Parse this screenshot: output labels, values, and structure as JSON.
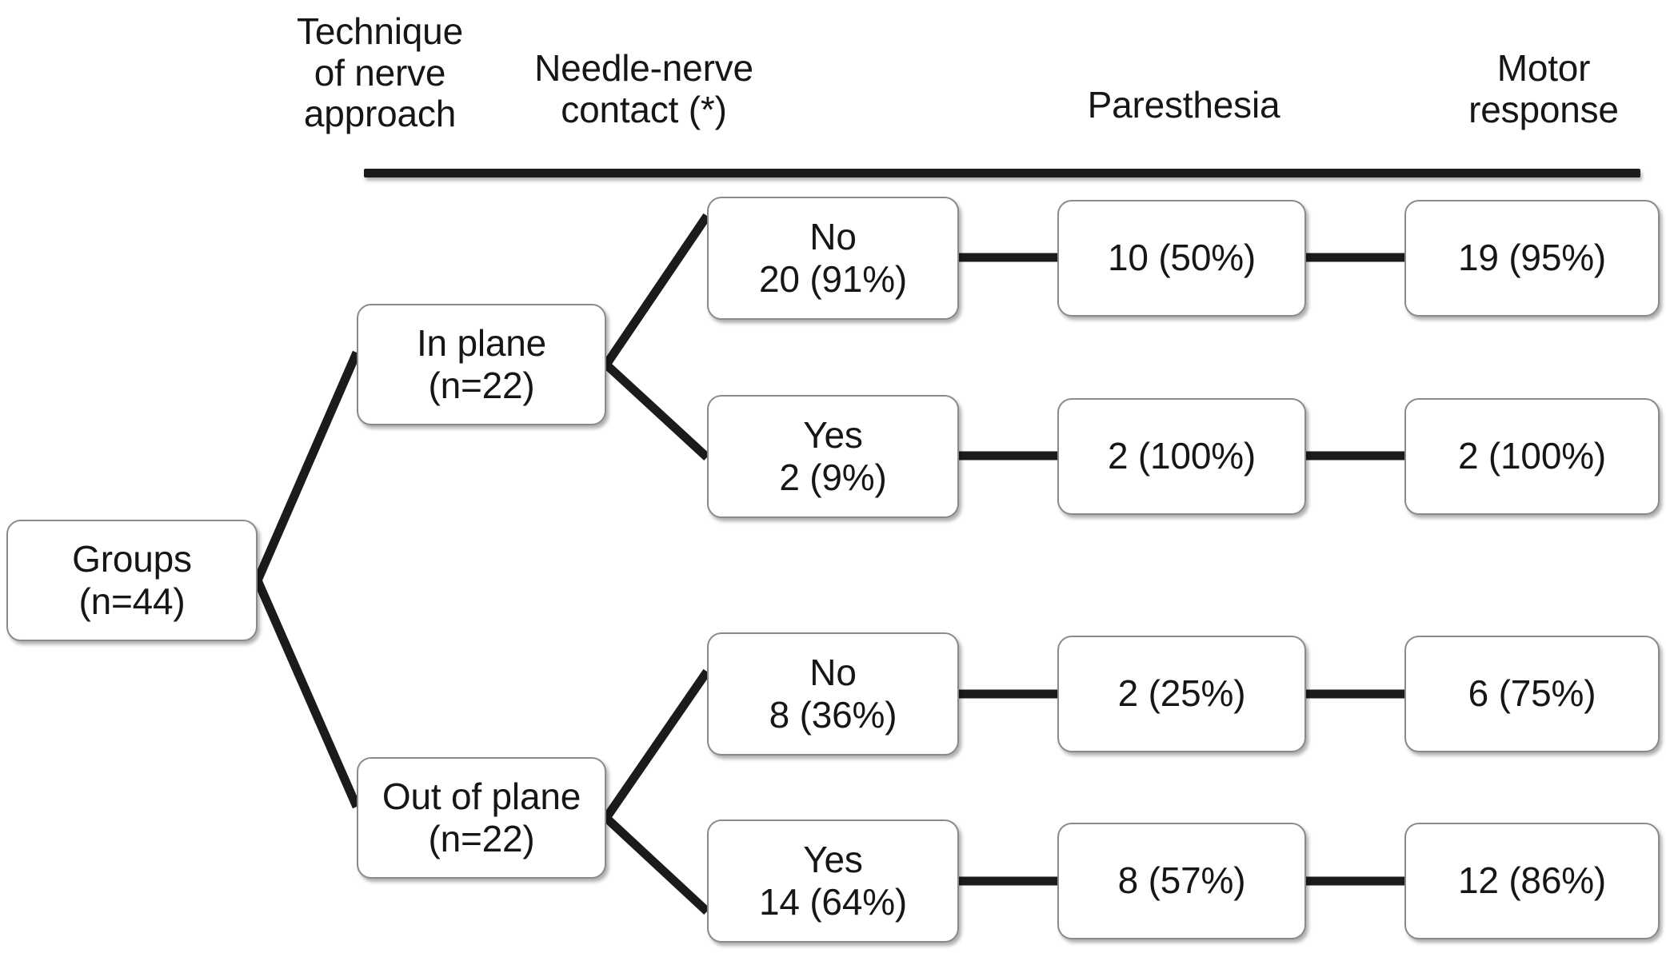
{
  "figure": {
    "type": "flowchart-tree",
    "title": "",
    "headers": [
      {
        "id": "technique",
        "label": "Technique\nof nerve\napproach"
      },
      {
        "id": "needle_nerve_contact",
        "label": "Needle-nerve\ncontact (*)"
      },
      {
        "id": "paresthesia",
        "label": "Paresthesia"
      },
      {
        "id": "motor_response",
        "label": "Motor\nresponse"
      }
    ],
    "root": {
      "line1": "Groups",
      "line2": "(n=44)"
    },
    "branches": [
      {
        "id": "in-plane",
        "technique_line1": "In plane",
        "technique_line2": "(n=22)",
        "rows": [
          {
            "id": "in-plane-no",
            "contact_line1": "No",
            "contact_line2": "20 (91%)",
            "paresthesia": "10 (50%)",
            "motor_response": "19 (95%)"
          },
          {
            "id": "in-plane-yes",
            "contact_line1": "Yes",
            "contact_line2": "2 (9%)",
            "paresthesia": "2 (100%)",
            "motor_response": "2 (100%)"
          }
        ]
      },
      {
        "id": "out-of-plane",
        "technique_line1": "Out of plane",
        "technique_line2": "(n=22)",
        "rows": [
          {
            "id": "out-of-plane-no",
            "contact_line1": "No",
            "contact_line2": "8 (36%)",
            "paresthesia": "2 (25%)",
            "motor_response": "6 (75%)"
          },
          {
            "id": "out-of-plane-yes",
            "contact_line1": "Yes",
            "contact_line2": "14 (64%)",
            "paresthesia": "8 (57%)",
            "motor_response": "12 (86%)"
          }
        ]
      }
    ],
    "colors": {
      "text": "#161616",
      "node_border": "#8a8a8a",
      "node_fill": "#ffffff",
      "connector": "#1b1b1b",
      "rule": "#1b1b1b",
      "background": "#ffffff"
    }
  }
}
